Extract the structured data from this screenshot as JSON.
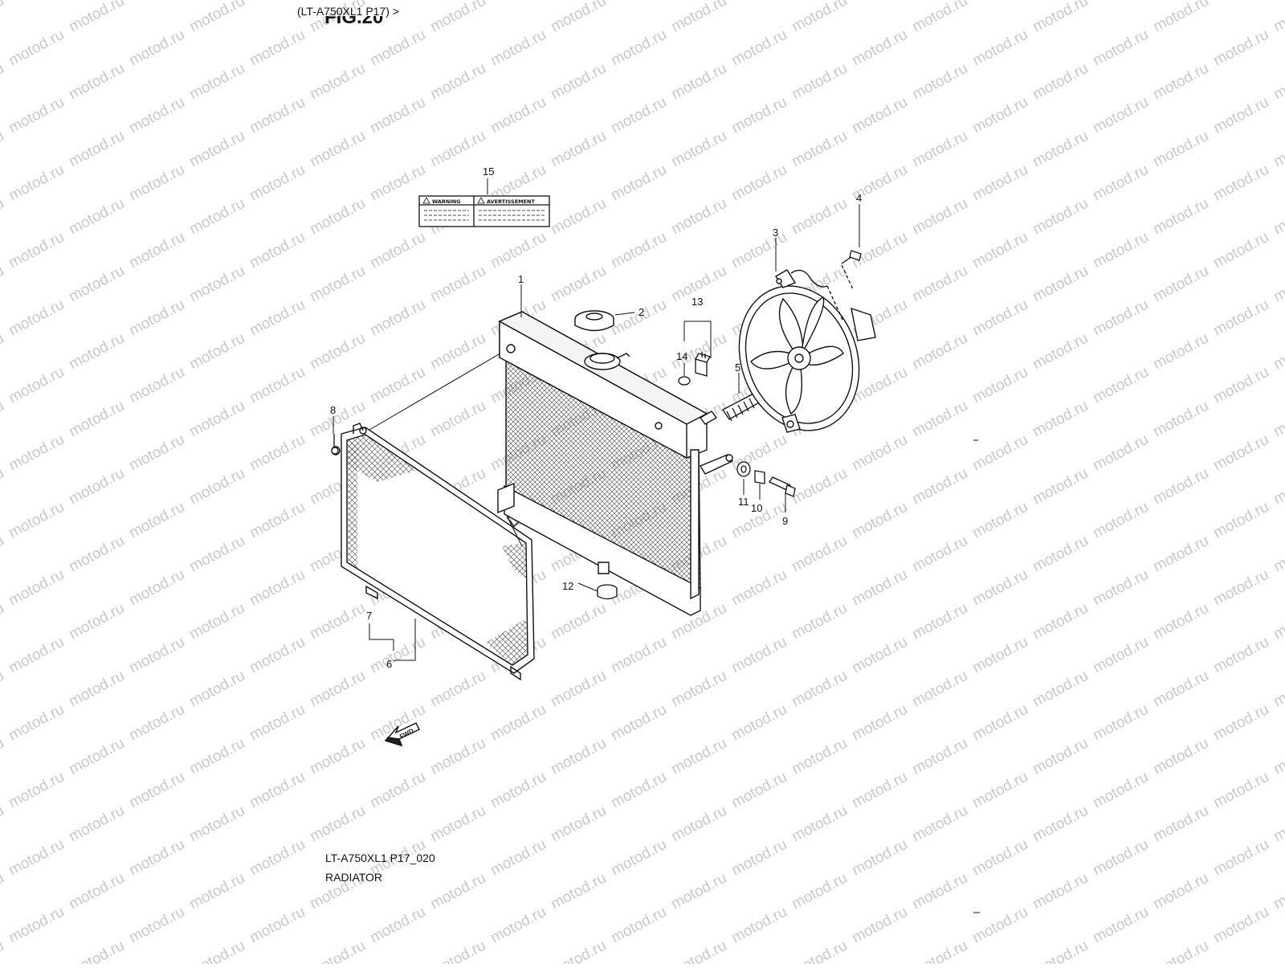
{
  "header": {
    "breadcrumb": "(LT-A750XL1 P17) >",
    "figure_title": "FIG.20"
  },
  "caption": {
    "diagram_code": "LT-A750XL1 P17_020",
    "title": "RADIATOR"
  },
  "watermark": "motod.ru",
  "warning_label": {
    "left": "WARNING",
    "right": "AVERTISSEMENT"
  },
  "fwd_arrow": "FWD",
  "callouts": [
    "1",
    "2",
    "3",
    "4",
    "5",
    "6",
    "7",
    "8",
    "9",
    "10",
    "11",
    "12",
    "13",
    "14",
    "15"
  ]
}
